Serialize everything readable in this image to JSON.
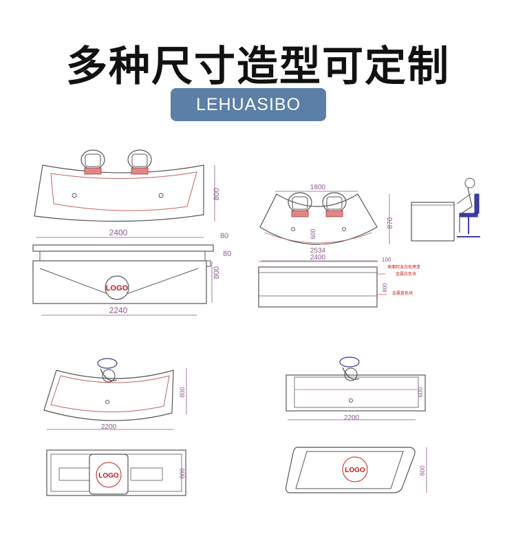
{
  "header": {
    "title": "多种尺寸造型可定制",
    "brand": "LEHUASIBO"
  },
  "drawings": {
    "d1_top": {
      "width": "2400",
      "depth": "800"
    },
    "d1_front": {
      "height": "800",
      "top_thick": "80",
      "base_step": "80",
      "base_width": "2240",
      "logo": "LOGO"
    },
    "d2_top": {
      "chord": "1800",
      "depth": "870",
      "inner_depth": "600",
      "arc": "2534",
      "width": "2400"
    },
    "d2_front": {
      "top": "100",
      "height": "800",
      "note1": "表面阿龙白色烤漆",
      "note2": "金属白色块",
      "note3": "金属蓝色块"
    },
    "d3_top": {
      "width": "2200",
      "depth": "800"
    },
    "d3_front": {
      "height": "800",
      "logo": "LOGO"
    },
    "d4_top": {
      "width": "2200",
      "depth": "600"
    },
    "d4_front": {
      "height": "800",
      "logo": "LOGO"
    }
  },
  "colors": {
    "line": "#444444",
    "dim": "#8a5a8a",
    "accent": "#c02020",
    "brand_bg": "#5b7fa6"
  }
}
